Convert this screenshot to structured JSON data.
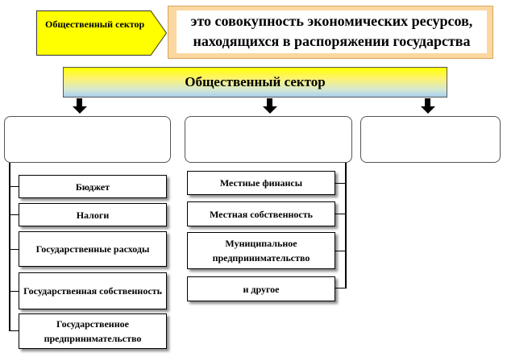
{
  "tag": {
    "text": "Общественный сектор"
  },
  "definition": {
    "text": "это совокупность экономических ресурсов, находящихся в распоряжении государства"
  },
  "main_header": {
    "text": "Общественный сектор"
  },
  "categories": [
    {
      "label": ""
    },
    {
      "label": ""
    },
    {
      "label": ""
    }
  ],
  "left_items": [
    "Бюджет",
    "Налоги",
    "Государственные расходы",
    "Государственная собственность",
    "Государственное предпринимательство"
  ],
  "middle_items": [
    "Местные финансы",
    "Местная собственность",
    "Муниципальное предпринимательство",
    "и другое"
  ],
  "colors": {
    "tag_fill": "#ffff00",
    "definition_frame": "#fcd7a1",
    "header_gradient_top": "#ffff00",
    "header_gradient_bottom": "#a8d0f0"
  }
}
